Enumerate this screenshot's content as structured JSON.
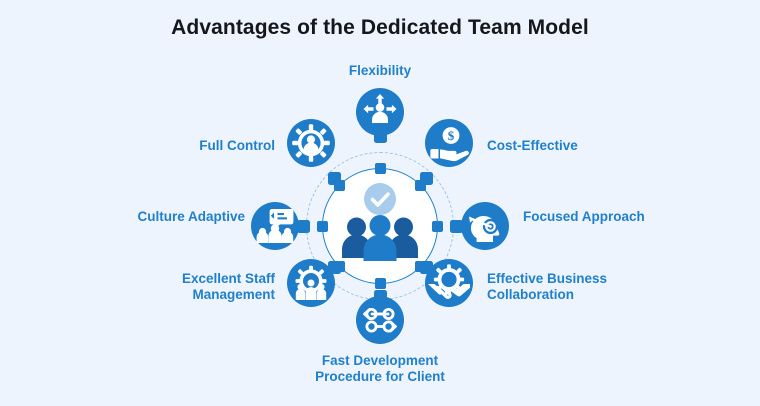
{
  "page": {
    "title": "Advantages of the Dedicated Team Model",
    "background_color": "#edf4fe",
    "accent_color": "#1f7cc9",
    "label_color": "#2180cb",
    "title_color": "#15171a",
    "hub_icon_name": "team-group-check-icon"
  },
  "nodes": [
    {
      "id": "flexibility",
      "label": "Flexibility",
      "icon": "person-four-direction-arrows-icon",
      "align": "center"
    },
    {
      "id": "cost-effective",
      "label": "Cost-Effective",
      "icon": "hand-holding-dollar-coin-icon",
      "align": "left"
    },
    {
      "id": "focused-approach",
      "label": "Focused Approach",
      "icon": "head-target-arrow-icon",
      "align": "left"
    },
    {
      "id": "effective-business-collaboration",
      "label": "Effective Business\nCollaboration",
      "icon": "handshake-gear-icon",
      "align": "left"
    },
    {
      "id": "fast-development-procedure-for-client",
      "label": "Fast Development\nProcedure for Client",
      "icon": "two-way-transfer-arrows-icon",
      "align": "center"
    },
    {
      "id": "excellent-staff-management",
      "label": "Excellent Staff\nManagement",
      "icon": "people-gear-icon",
      "align": "right"
    },
    {
      "id": "culture-adaptive",
      "label": "Culture Adaptive",
      "icon": "people-speech-bubble-icon",
      "align": "right"
    },
    {
      "id": "full-control",
      "label": "Full Control",
      "icon": "gear-person-icon",
      "align": "right"
    }
  ]
}
